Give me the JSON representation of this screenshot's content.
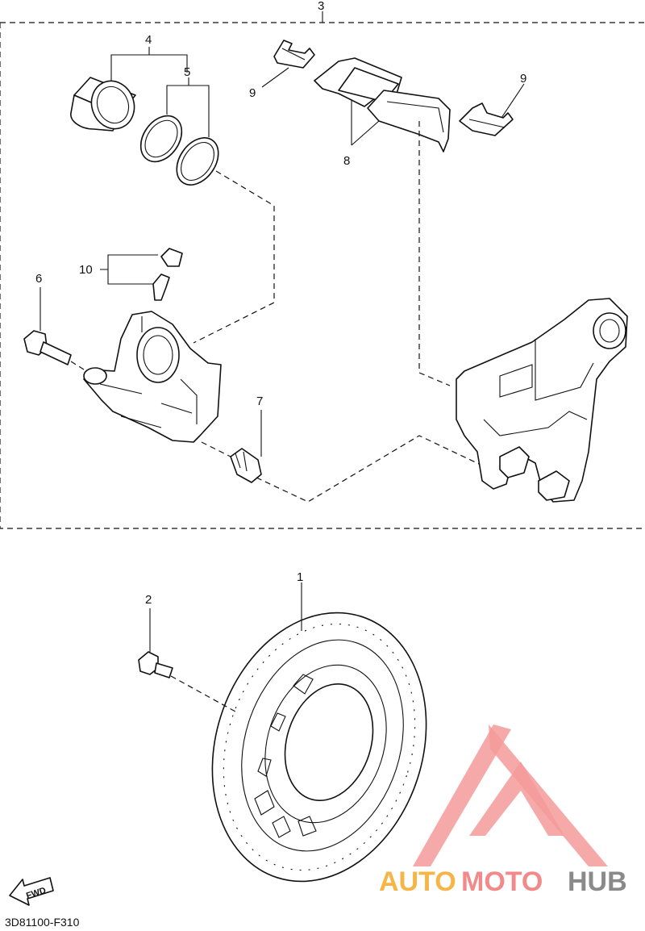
{
  "callouts": {
    "c1": "1",
    "c2": "2",
    "c3": "3",
    "c4": "4",
    "c5": "5",
    "c6": "6",
    "c7": "7",
    "c8": "8",
    "c9a": "9",
    "c9b": "9",
    "c10": "10"
  },
  "diagram_code": "3D81100-F310",
  "fwd_label": "FWD",
  "watermark": {
    "part1": "AUTO",
    "part2": "MOTO",
    "part3": "HUB",
    "color1": "#f7b548",
    "color2": "#f28a8a",
    "color3": "#8a8a8a",
    "logo_color": "#f49a9a"
  }
}
